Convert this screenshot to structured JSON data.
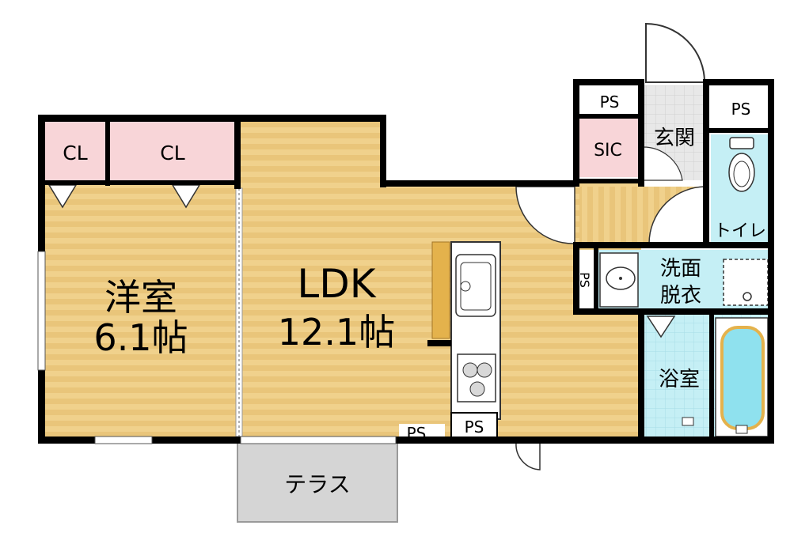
{
  "rooms": {
    "western_room": {
      "name": "洋室",
      "size": "6.1帖"
    },
    "ldk": {
      "name": "LDK",
      "size": "12.1帖"
    },
    "entrance": "玄関",
    "toilet": "トイレ",
    "washroom_line1": "洗面",
    "washroom_line2": "脱衣",
    "bathroom": "浴室",
    "terrace": "テラス"
  },
  "storage": {
    "closet_1": "CL",
    "closet_2": "CL",
    "sic": "SIC"
  },
  "pipe_spaces": {
    "ps_entrance_top": "PS",
    "ps_toilet_top": "PS",
    "ps_kitchen": "PS",
    "ps_terrace": "PS",
    "ps_vertical": "PS"
  },
  "colors": {
    "wall": "#000000",
    "floor_wood": "#F0D18C",
    "floor_wood_stripe": "#E5C070",
    "closet_pink": "#F8D5D8",
    "wet_area_cyan": "#C5EFF5",
    "entrance_tile": "#E8E8E8",
    "terrace_gray": "#D5D5D5",
    "counter_wood": "#E4B24C"
  }
}
